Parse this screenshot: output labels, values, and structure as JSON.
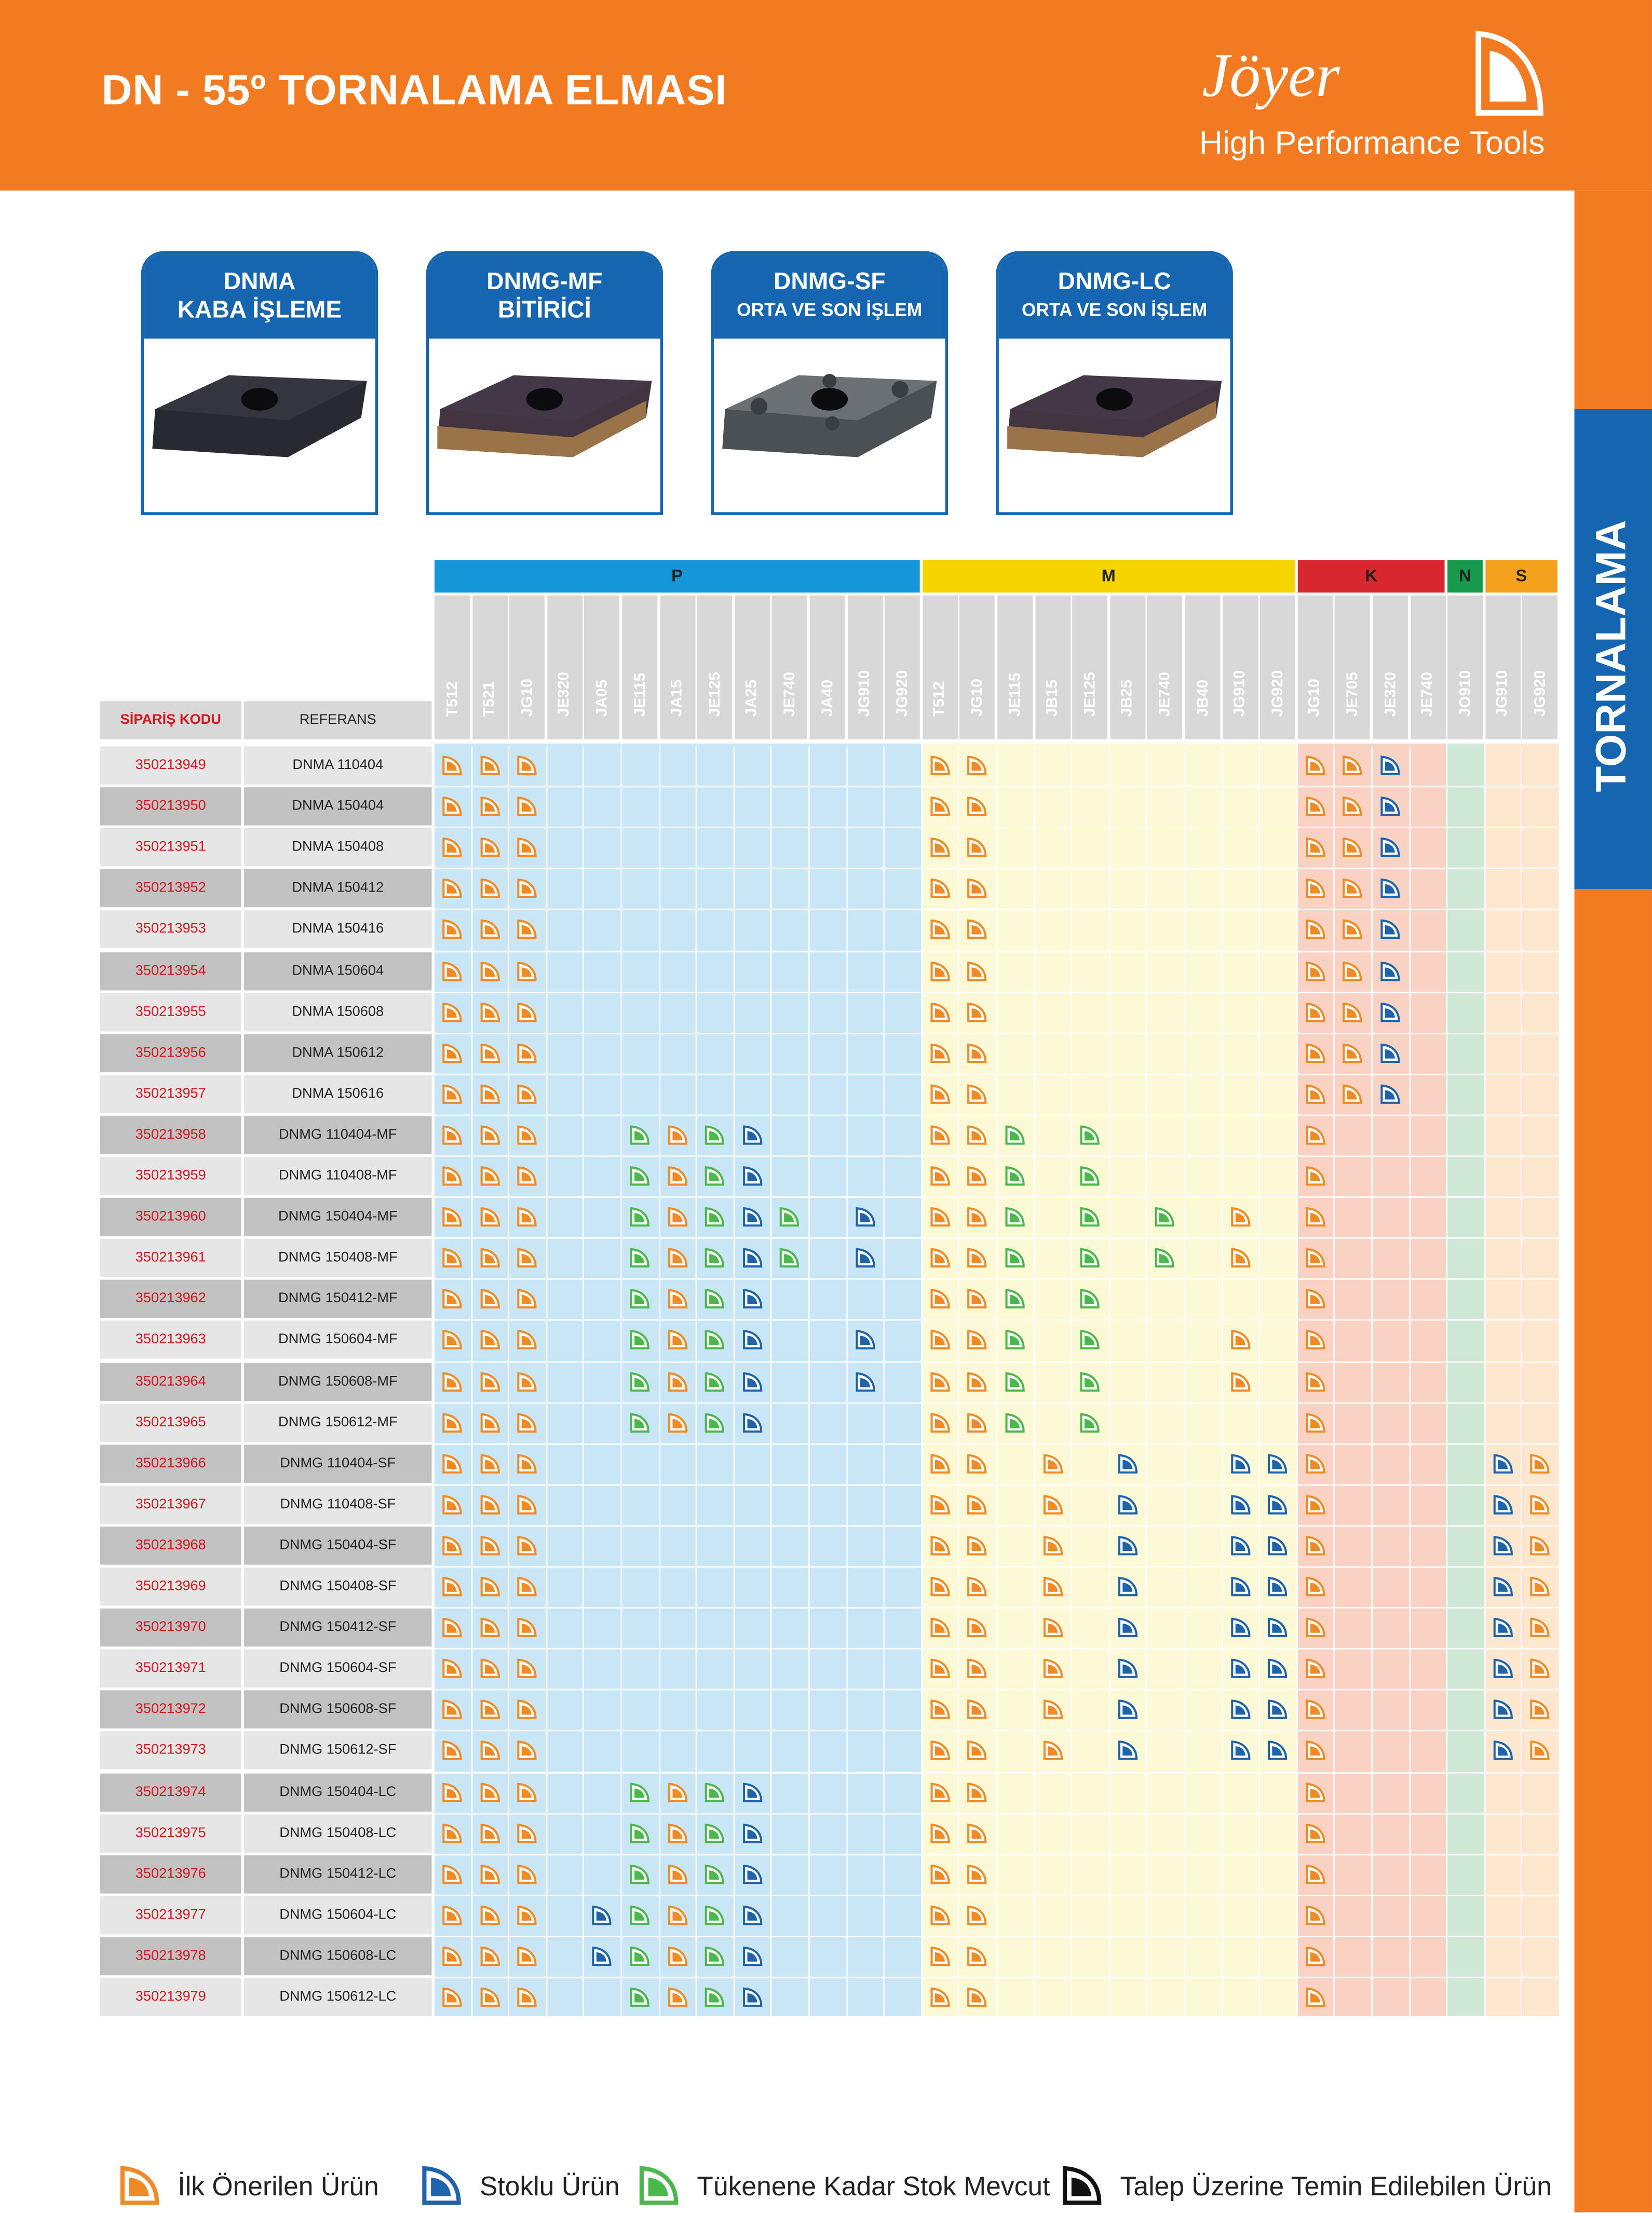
{
  "header": {
    "title": "DN - 55º TORNALAMA ELMASI",
    "brand": "Jöyer",
    "tagline": "High Performance Tools"
  },
  "side_tab": "TORNALAMA",
  "products": [
    {
      "line1": "DNMA",
      "line2": "KABA İŞLEME",
      "small": false
    },
    {
      "line1": "DNMG-MF",
      "line2": "BİTİRİCİ",
      "small": false
    },
    {
      "line1": "DNMG-SF",
      "line2": "ORTA VE SON İŞLEM",
      "small": true
    },
    {
      "line1": "DNMG-LC",
      "line2": "ORTA VE SON İŞLEM",
      "small": true
    }
  ],
  "table": {
    "order_code_header": "SİPARİŞ KODU",
    "reference_header": "REFERANS",
    "groups": [
      {
        "label": "P",
        "color": "#1596d8",
        "span": 13
      },
      {
        "label": "M",
        "color": "#f6d400",
        "span": 10
      },
      {
        "label": "K",
        "color": "#d8272e",
        "span": 4
      },
      {
        "label": "N",
        "color": "#189a4e",
        "span": 1
      },
      {
        "label": "S",
        "color": "#f4a21d",
        "span": 2
      }
    ],
    "columns": [
      "T512",
      "T521",
      "JG10",
      "JE320",
      "JA05",
      "JE115",
      "JA15",
      "JE125",
      "JA25",
      "JE740",
      "JA40",
      "JG910",
      "JG920",
      "T512",
      "JG10",
      "JE115",
      "JB15",
      "JE125",
      "JB25",
      "JE740",
      "JB40",
      "JG910",
      "JG920",
      "JG10",
      "JE705",
      "JE320",
      "JE740",
      "JO910",
      "JG910",
      "JG920"
    ],
    "zone_colors": [
      "#c8e6f6",
      "#fdf8d6",
      "#f9d2c3",
      "#cfe8d5",
      "#fde7cf"
    ],
    "rows": [
      {
        "code": "350213949",
        "ref": "DNMA 110404",
        "marks": "ooo..........oo........ooB...."
      },
      {
        "code": "350213950",
        "ref": "DNMA 150404",
        "marks": "ooo..........oo........ooB...."
      },
      {
        "code": "350213951",
        "ref": "DNMA 150408",
        "marks": "ooo..........oo........ooB...."
      },
      {
        "code": "350213952",
        "ref": "DNMA 150412",
        "marks": "ooo..........oo........ooB...."
      },
      {
        "code": "350213953",
        "ref": "DNMA 150416",
        "marks": "ooo..........oo........ooB...."
      },
      {
        "code": "350213954",
        "ref": "DNMA 150604",
        "marks": "ooo..........oo........ooB...."
      },
      {
        "code": "350213955",
        "ref": "DNMA 150608",
        "marks": "ooo..........oo........ooB...."
      },
      {
        "code": "350213956",
        "ref": "DNMA 150612",
        "marks": "ooo..........oo........ooB...."
      },
      {
        "code": "350213957",
        "ref": "DNMA 150616",
        "marks": "ooo..........oo........ooB...."
      },
      {
        "code": "350213958",
        "ref": "DNMG 110404-MF",
        "marks": "ooo..goGB....oog.g.....o......"
      },
      {
        "code": "350213959",
        "ref": "DNMG 110408-MF",
        "marks": "ooo..goGB....oog.g.....o......"
      },
      {
        "code": "350213960",
        "ref": "DNMG 150404-MF",
        "marks": "ooo..goGBg.B.oog.g.g.o.o......"
      },
      {
        "code": "350213961",
        "ref": "DNMG 150408-MF",
        "marks": "ooo..goGBg.B.oog.g.g.o.o......"
      },
      {
        "code": "350213962",
        "ref": "DNMG 150412-MF",
        "marks": "ooo..goGB....oog.g.....o......"
      },
      {
        "code": "350213963",
        "ref": "DNMG 150604-MF",
        "marks": "ooo..goGB..B.oog.g...o.o......"
      },
      {
        "code": "350213964",
        "ref": "DNMG 150608-MF",
        "marks": "ooo..goGB..B.oog.g...o.o......"
      },
      {
        "code": "350213965",
        "ref": "DNMG 150612-MF",
        "marks": "ooo..goGB....oog.g.....o......"
      },
      {
        "code": "350213966",
        "ref": "DNMG 110404-SF",
        "marks": "ooo..........oo.o.B..BBo....Bo"
      },
      {
        "code": "350213967",
        "ref": "DNMG 110408-SF",
        "marks": "ooo..........oo.o.B..BBo....Bo"
      },
      {
        "code": "350213968",
        "ref": "DNMG 150404-SF",
        "marks": "ooo..........oo.o.B..BBo....Bo"
      },
      {
        "code": "350213969",
        "ref": "DNMG 150408-SF",
        "marks": "ooo..........oo.o.B..BBo....Bo"
      },
      {
        "code": "350213970",
        "ref": "DNMG 150412-SF",
        "marks": "ooo..........oo.o.B..BBo....Bo"
      },
      {
        "code": "350213971",
        "ref": "DNMG 150604-SF",
        "marks": "ooo..........oo.o.B..BBo....Bo"
      },
      {
        "code": "350213972",
        "ref": "DNMG 150608-SF",
        "marks": "ooo..........oo.o.B..BBo....Bo"
      },
      {
        "code": "350213973",
        "ref": "DNMG 150612-SF",
        "marks": "ooo..........oo.o.B..BBo....Bo"
      },
      {
        "code": "350213974",
        "ref": "DNMG 150404-LC",
        "marks": "ooo..goGB....oo........o......"
      },
      {
        "code": "350213975",
        "ref": "DNMG 150408-LC",
        "marks": "ooo..goGB....oo........o......"
      },
      {
        "code": "350213976",
        "ref": "DNMG 150412-LC",
        "marks": "ooo..goGB....oo........o......"
      },
      {
        "code": "350213977",
        "ref": "DNMG 150604-LC",
        "marks": "ooo.BgoGB....oo........o......"
      },
      {
        "code": "350213978",
        "ref": "DNMG 150608-LC",
        "marks": "ooo.BgoGB....oo........o......"
      },
      {
        "code": "350213979",
        "ref": "DNMG 150612-LC",
        "marks": "ooo..goGB....oo........o......"
      }
    ]
  },
  "icon_colors": {
    "o": "#f08a24",
    "B": "#1f63ad",
    "g": "#4ab84a",
    "G": "#4ab84a",
    "k": "#111111"
  },
  "icon_semantics": {
    "o": "ilk-onerilen-icon",
    "B": "stoklu-icon",
    "g": "tukenene-kadar-icon",
    "G": "tukenene-kadar-icon"
  },
  "legend": [
    {
      "key": "o",
      "label": "İlk Önerilen Ürün"
    },
    {
      "key": "B",
      "label": "Stoklu Ürün"
    },
    {
      "key": "g",
      "label": "Tükenene Kadar Stok Mevcut"
    },
    {
      "key": "k",
      "label": "Talep Üzerine Temin Edilebilen Ürün"
    }
  ]
}
